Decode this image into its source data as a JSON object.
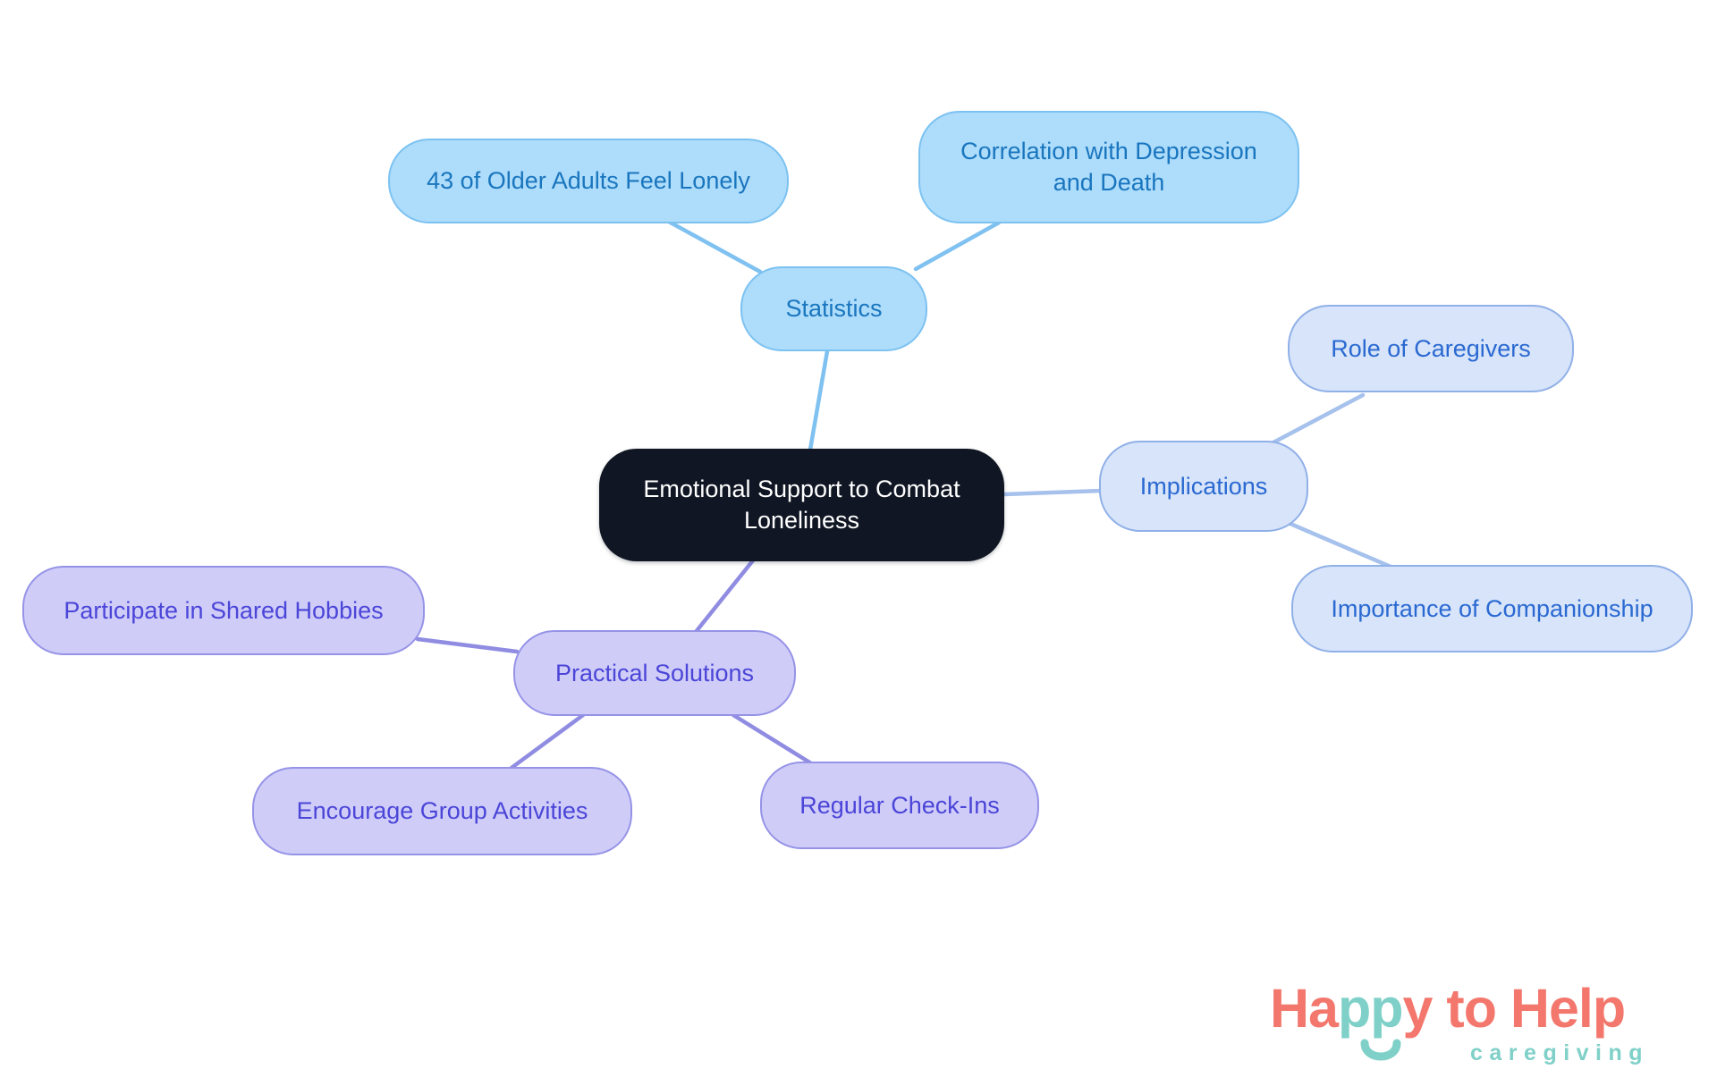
{
  "colors": {
    "background": "#ffffff",
    "central_fill": "#101623",
    "central_text": "#ffffff",
    "statistics_fill": "#aedcfb",
    "statistics_border": "#7cc2f1",
    "statistics_text": "#1976be",
    "statistics_edge": "#7fc1f0",
    "implications_fill": "#d7e4f9",
    "implications_border": "#90b0e8",
    "implications_text": "#2a69d2",
    "implications_edge": "#a5c1ec",
    "practical_fill": "#cfcdf8",
    "practical_border": "#9693e7",
    "practical_text": "#4b45d8",
    "practical_edge": "#8f8ce2",
    "logo_coral": "#f3776d",
    "logo_teal": "#7fd0c8"
  },
  "nodes": {
    "central": {
      "label": "Emotional Support to Combat Loneliness"
    },
    "statistics": {
      "label": "Statistics"
    },
    "lonely_stat": {
      "label": "43 of Older Adults Feel Lonely"
    },
    "correlation": {
      "label": "Correlation with Depression and Death"
    },
    "implications": {
      "label": "Implications"
    },
    "caregivers": {
      "label": "Role of Caregivers"
    },
    "companionship": {
      "label": "Importance of Companionship"
    },
    "practical": {
      "label": "Practical Solutions"
    },
    "hobbies": {
      "label": "Participate in Shared Hobbies"
    },
    "group_activities": {
      "label": "Encourage Group Activities"
    },
    "checkins": {
      "label": "Regular Check-Ins"
    }
  },
  "logo": {
    "part_ha": "Ha",
    "part_pp": "pp",
    "part_rest": "y to Help",
    "tagline": "caregiving"
  }
}
